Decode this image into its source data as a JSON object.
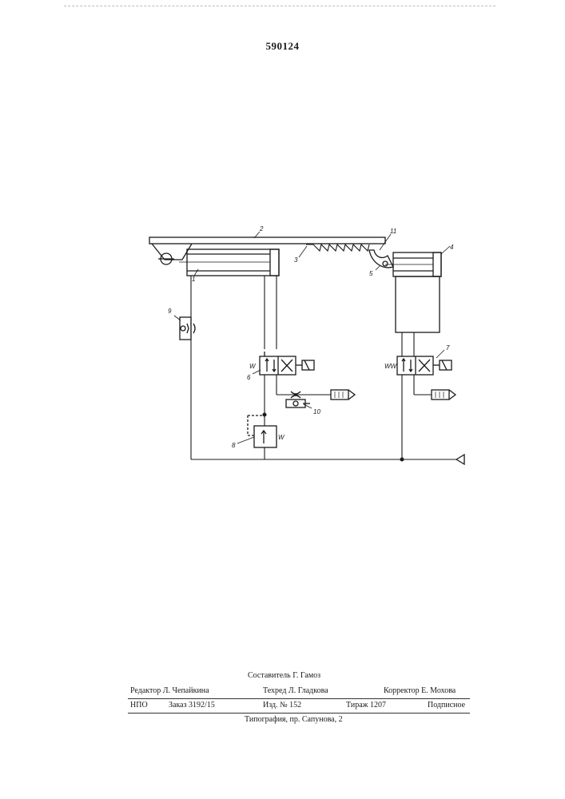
{
  "patent_number": "590124",
  "figure_labels": {
    "l1": "1",
    "l2": "2",
    "l3": "3",
    "l4": "4",
    "l5": "5",
    "l6": "6",
    "l7": "7",
    "l8": "8",
    "l9": "9",
    "l10": "10",
    "l11": "11",
    "valve_spring_6": "W",
    "valve_spring_7": "WW",
    "valve_spring_8": "W"
  },
  "colophon": {
    "composer": "Составитель Г. Гамоз",
    "editor": "Редактор Л. Чепайкина",
    "tech_editor": "Техред Л. Гладкова",
    "proofreader": "Корректор Е. Мохова",
    "org": "НПО",
    "order": "Заказ 3192/15",
    "edition": "Изд. № 152",
    "print_run": "Тираж 1207",
    "subscription": "Подписное",
    "printing_house": "Типография, пр. Сапунова, 2"
  }
}
